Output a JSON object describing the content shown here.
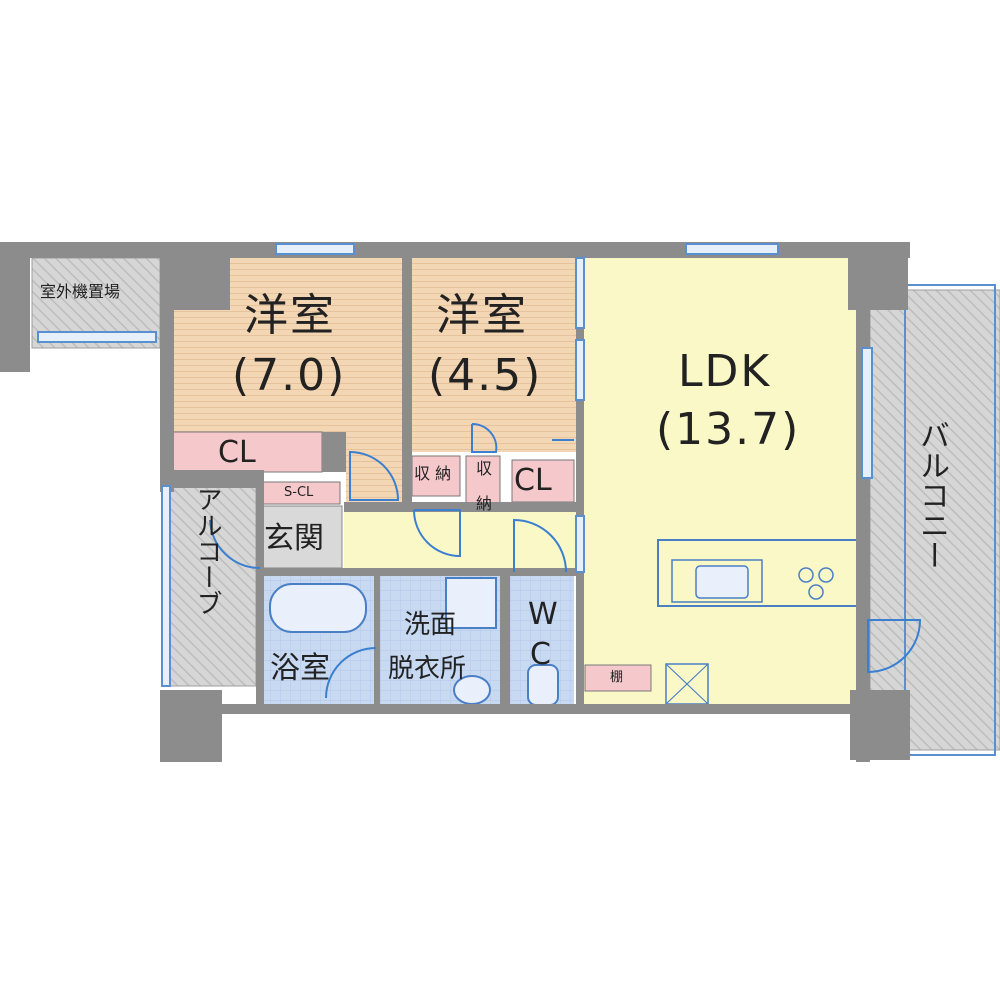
{
  "colors": {
    "wall": "#8c8c8c",
    "western_room": "#f3d6b4",
    "ldk": "#fbf8c8",
    "closet": "#f5c9cc",
    "wet_area": "#c8d9f2",
    "outdoor": "#d9d9d9",
    "window": "#9ec3ea",
    "door_line": "#3a7fd0"
  },
  "rooms": {
    "western1": {
      "name": "洋室",
      "size": "(7.0)"
    },
    "western2": {
      "name": "洋室",
      "size": "(4.5)"
    },
    "ldk": {
      "name": "LDK",
      "size": "(13.7)"
    },
    "cl1": "CL",
    "cl2": "CL",
    "s_cl": "S-CL",
    "storage1": "収 納",
    "storage2": "収 納",
    "entrance": "玄関",
    "alcove": "アルコーブ",
    "bath": "浴室",
    "washroom_line1": "洗面",
    "washroom_line2": "脱衣所",
    "wc_w": "W",
    "wc_c": "C",
    "shelf": "棚",
    "balcony": "バルコニー",
    "outdoor_unit": "室外機置場"
  }
}
